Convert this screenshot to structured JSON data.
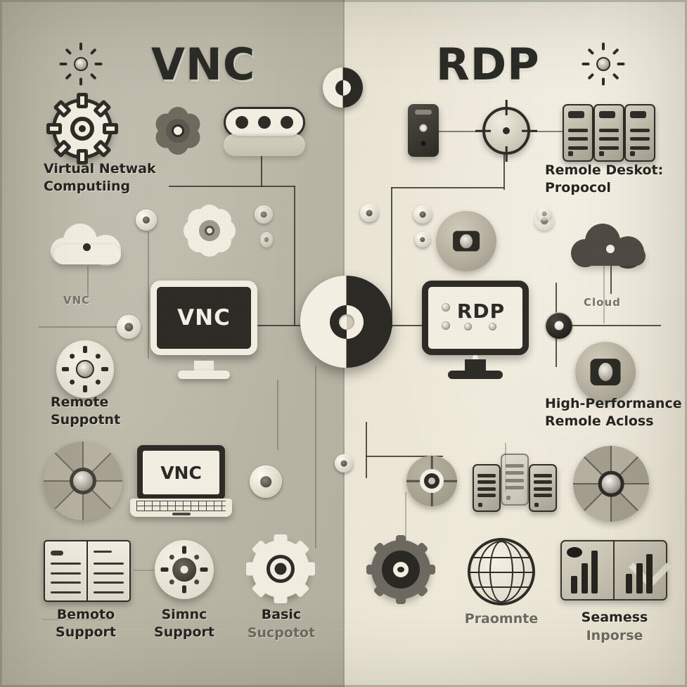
{
  "meta": {
    "image_kind": "split-panel comparison infographic",
    "left_panel_bg": "#b5b1a0",
    "right_panel_bg": "#ece6d6",
    "ink_color": "#2e2c27",
    "accent_light": "#f3efe3"
  },
  "left": {
    "title": "VNC",
    "subtitle": "Virtual Netwak\nComputiing",
    "cloud_label": "VNC",
    "screen_label": "VNC",
    "laptop_label": "VNC",
    "feature_label": "Remote\nSuppotnt",
    "bottom_items": [
      {
        "icon": "book-icon",
        "label": "Bemoto\nSupport"
      },
      {
        "icon": "compass-dial-icon",
        "label": "Simnc\nSupport"
      },
      {
        "icon": "gear-icon",
        "label": "Basic",
        "label_sub": "Sucpotot"
      }
    ],
    "icons": [
      "sun-rays-icon",
      "gear-icon",
      "flower-gear-icon",
      "router-pill-icon",
      "cloud-icon",
      "flower-icon",
      "node-knob-icon",
      "compass-dial-icon",
      "laptop-icon",
      "monitor-icon",
      "spoked-wheel-icon"
    ]
  },
  "right": {
    "title": "RDP",
    "subtitle": "Remole Deskot:\nPropocol",
    "cloud_label": "Cloud",
    "screen_label": "RDP",
    "feature_label": "High-Performance\nRemole Acloss",
    "bottom_items": [
      {
        "icon": "cog-wheel-icon",
        "label": ""
      },
      {
        "icon": "globe-icon",
        "label": "Praomnte"
      },
      {
        "icon": "chart-card-icon",
        "label": "Seamess",
        "label_sub": "Inporse"
      }
    ],
    "icons": [
      "sun-rays-icon",
      "tower-pc-icon",
      "target-crosshair-icon",
      "server-rack-icon",
      "cloud-icon",
      "gear-icon",
      "node-knob-icon",
      "lens-gear-icon",
      "monitor-icon",
      "spoked-wheel-icon",
      "globe-icon",
      "chart-card-icon"
    ]
  },
  "center": {
    "hub_icon": "split-disc-hub-icon",
    "coin_icon": "split-coin-icon"
  }
}
